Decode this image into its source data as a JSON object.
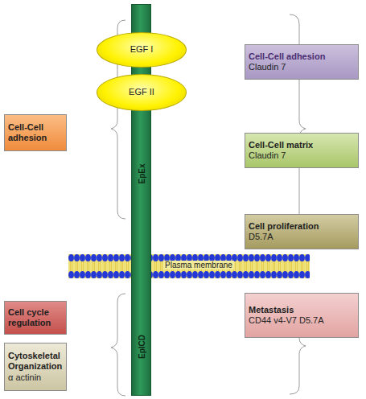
{
  "diagram": {
    "nodes": [
      {
        "text": [
          "EpEx",
          "EpICD"
        ]
      },
      {
        "text": [
          "EGF I"
        ]
      },
      {
        "text": [
          "EGF II"
        ]
      },
      {
        "text": [
          "Cell-Cell adhesion",
          "Claudin 7"
        ]
      },
      {
        "text": [
          "Cell-Cell adhesion"
        ]
      },
      {
        "text": [
          "Cell-Cell matrix",
          "Claudin 7"
        ]
      },
      {
        "text": [
          "Cell proliferation",
          "D5.7A"
        ]
      },
      {
        "text": [
          "Plasma membrane"
        ]
      },
      {
        "text": [
          "Metastasis",
          "CD44 v4-V7 D5.7A"
        ]
      },
      {
        "text": [
          "Cell cycle regulation"
        ]
      },
      {
        "text": [
          "Cytoskeletal Organization",
          "α actinin"
        ]
      }
    ]
  }
}
